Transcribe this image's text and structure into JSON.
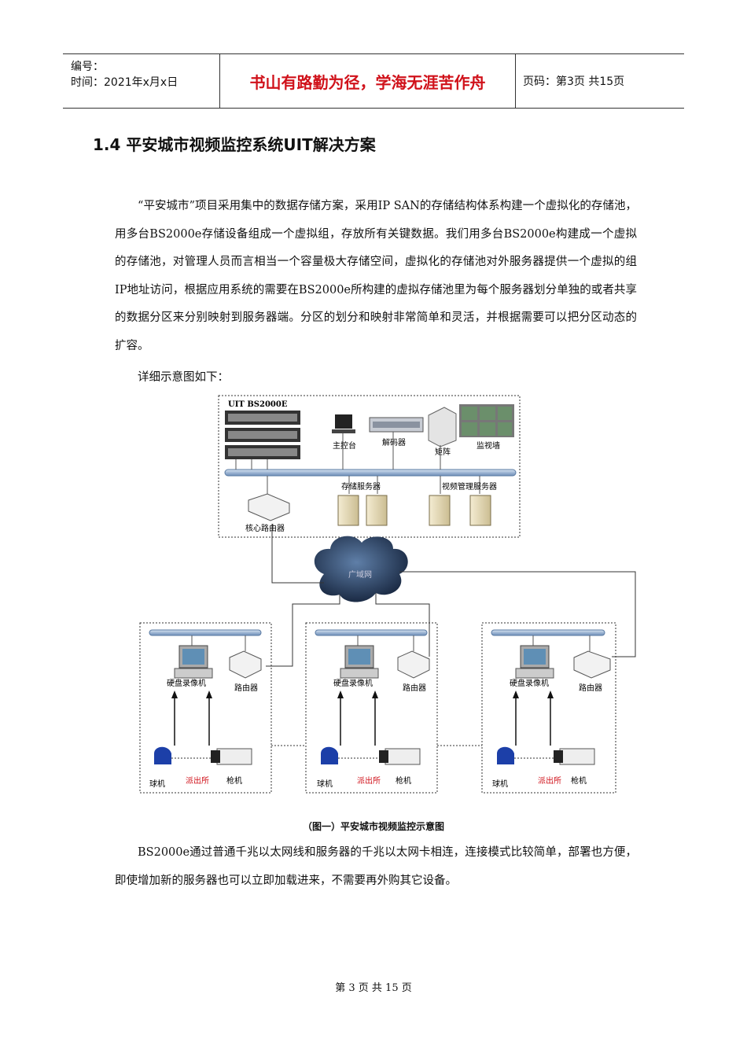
{
  "header": {
    "number_label": "编号：",
    "date_label": "时间：2021年x月x日",
    "motto": "书山有路勤为径，学海无涯苦作舟",
    "page_info": "页码：第3页  共15页"
  },
  "section_title": "1.4 平安城市视频监控系统UIT解决方案",
  "paragraphs": {
    "p1": "“平安城市”项目采用集中的数据存储方案，采用IP SAN的存储结构体系构建一个虚拟化的存储池，用多台BS2000e存储设备组成一个虚拟组，存放所有关键数据。我们用多台BS2000e构建成一个虚拟的存储池，对管理人员而言相当一个容量极大存储空间，虚拟化的存储池对外服务器提供一个虚拟的组IP地址访问，根据应用系统的需要在BS2000e所构建的虚拟存储池里为每个服务器划分单独的或者共享的数据分区来分别映射到服务器端。分区的划分和映射非常简单和灵活，并根据需要可以把分区动态的扩容。",
    "p2": "详细示意图如下：",
    "p3": "BS2000e通过普通千兆以太网线和服务器的千兆以太网卡相连，连接模式比较简单，部署也方便，即使增加新的服务器也可以立即加载进来，不需要再外购其它设备。"
  },
  "diagram": {
    "storage_title": "UIT BS2000E",
    "console": "主控台",
    "decoder": "解码器",
    "matrix": "矩阵",
    "video_wall": "监视墙",
    "storage_server": "存储服务器",
    "video_mgmt_server": "视频管理服务器",
    "core_router": "核心路由器",
    "wan": "广域网",
    "stations": [
      {
        "dvr": "硬盘录像机",
        "router": "路由器",
        "dome": "球机",
        "station": "派出所",
        "gun": "枪机"
      },
      {
        "dvr": "硬盘录像机",
        "router": "路由器",
        "dome": "球机",
        "station": "派出所",
        "gun": "枪机"
      },
      {
        "dvr": "硬盘录像机",
        "router": "路由器",
        "dome": "球机",
        "station": "派出所",
        "gun": "枪机"
      }
    ]
  },
  "caption": "（图一）平安城市视频监控示意图",
  "footer": "第 3 页 共 15 页"
}
